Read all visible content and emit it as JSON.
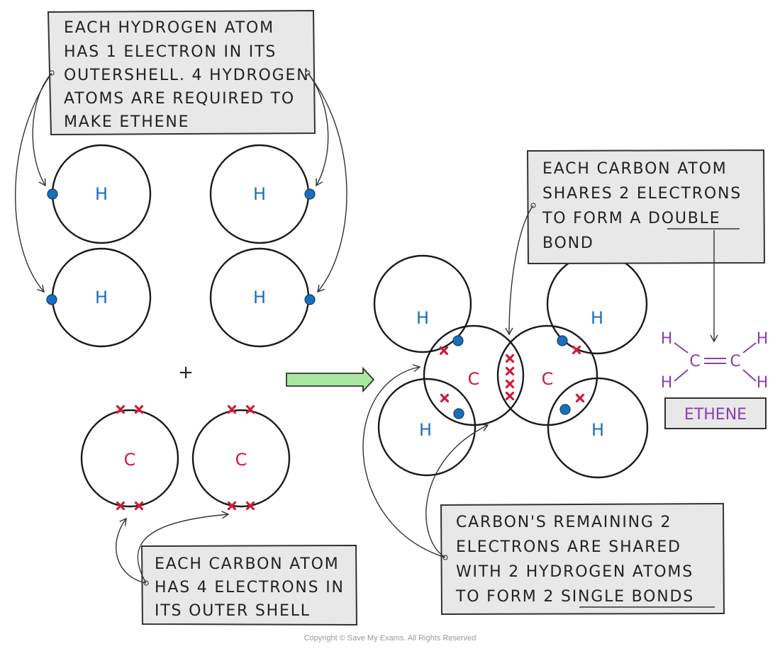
{
  "colors": {
    "hydrogen": "#1a6fbd",
    "carbon": "#d01a3b",
    "electron_dot": "#1a6fbd",
    "electron_cross": "#d01a3b",
    "ethene": "#8a3fb0",
    "reaction_arrow": "#a9e8a0"
  },
  "labels": {
    "hydrogen_note": [
      "EACH HYDROGEN ATOM",
      "HAS 1 ELECTRON IN ITS",
      "OUTERSHELL. 4 HYDROGEN",
      "ATOMS ARE REQUIRED TO",
      "MAKE ETHENE"
    ],
    "carbon_note": [
      "EACH CARBON ATOM",
      "HAS 4 ELECTRONS IN",
      "ITS OUTER SHELL"
    ],
    "double_bond_note": [
      "EACH CARBON ATOM",
      "SHARES 2 ELECTRONS",
      "TO FORM A DOUBLE",
      "BOND"
    ],
    "single_bond_note": [
      "CARBON'S REMAINING 2",
      "ELECTRONS ARE SHARED",
      "WITH 2 HYDROGEN ATOMS",
      "TO FORM 2 SINGLE BONDS"
    ],
    "hydrogen_symbol": "H",
    "carbon_symbol": "C",
    "plus": "+",
    "molecule_name": "ETHENE"
  },
  "icons": {
    "electron_dot": "filled-circle",
    "electron_cross": "x-mark",
    "reaction_arrow": "right-arrow"
  },
  "footer": "Copyright © Save My Exams. All Rights Reserved"
}
